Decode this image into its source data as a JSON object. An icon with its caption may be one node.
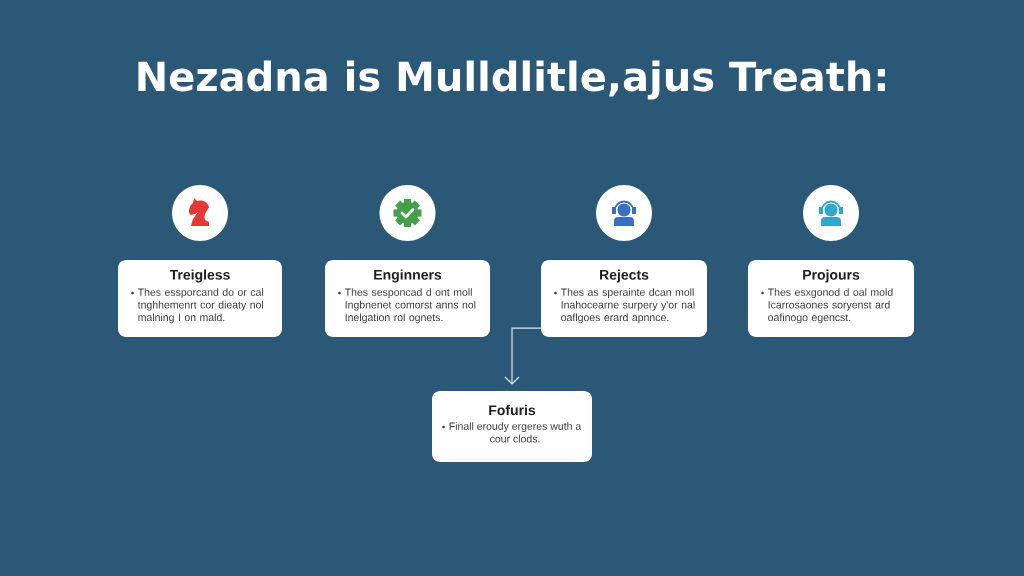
{
  "diagram": {
    "title": "Nezadna is Mulldlitle,ajus Treath:",
    "nodes": [
      {
        "text": [
          "Treigless",
          "Thes essporcand do or cal tnghhemenrt cor dieaty nol malning I on mald."
        ]
      },
      {
        "text": [
          "Enginners",
          "Thes sesponcad d ont moll Ingbnenet comorst anns nol Inelgation rol ognets."
        ]
      },
      {
        "text": [
          "Rejects",
          "Thes as sperainte dcan moll Inahocearne surpery y'or nal oaflgoes erard apnnce."
        ]
      },
      {
        "text": [
          "Projours",
          "Thes esxgonod d oal mold Icarrosaones soryenst ard oafinogo egencst."
        ]
      },
      {
        "text": [
          "Fofuris",
          "Finall eroudy ergeres wuth a cour clods."
        ]
      }
    ],
    "edges": [
      {
        "from": 2,
        "to": 4,
        "arrow": "to"
      }
    ]
  }
}
